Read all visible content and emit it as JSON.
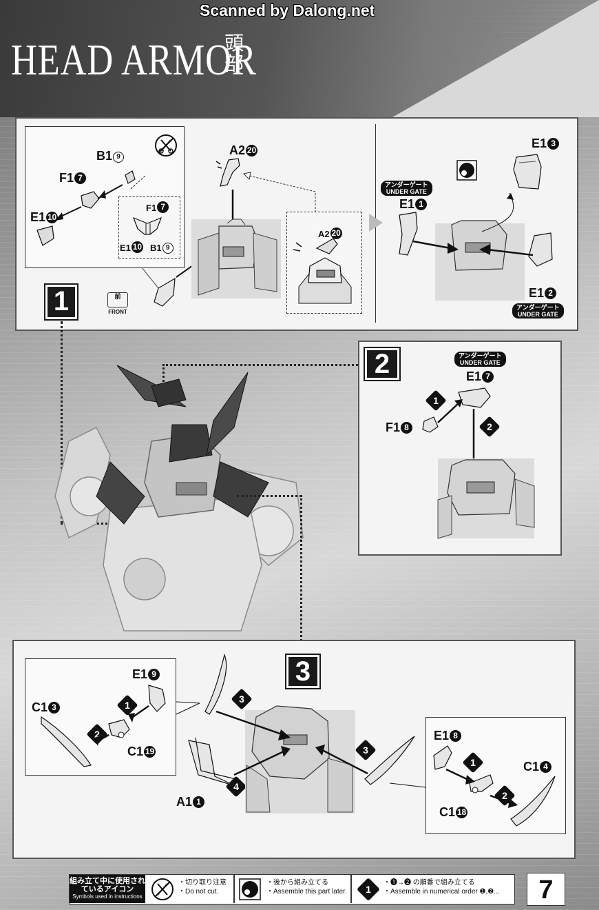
{
  "watermark": "Scanned by Dalong.net",
  "title": "HEAD ARMOR",
  "title_jp": "頭部",
  "step1": {
    "number": "1",
    "inset": {
      "b19": "B1",
      "b19_n": "9",
      "f17": "F1",
      "f17_n": "7",
      "e110": "E1",
      "e110_n": "10",
      "sub_f17": "F1",
      "sub_f17_n": "7",
      "sub_e110": "E1",
      "sub_e110_n": "10",
      "sub_b19": "B1",
      "sub_b19_n": "9"
    },
    "a220": "A2",
    "a220_n": "20",
    "a220_detail": "A2",
    "a220_detail_n": "20",
    "front_jp": "前",
    "front_en": "FRONT",
    "e13": "E1",
    "e13_n": "3",
    "e11": "E1",
    "e11_n": "1",
    "e11_gate_jp": "アンダーゲート",
    "e11_gate_en": "UNDER GATE",
    "e12": "E1",
    "e12_n": "2",
    "e12_gate_jp": "アンダーゲート",
    "e12_gate_en": "UNDER GATE"
  },
  "step2": {
    "number": "2",
    "gate_jp": "アンダーゲート",
    "gate_en": "UNDER GATE",
    "e17": "E1",
    "e17_n": "7",
    "f18": "F1",
    "f18_n": "8",
    "order1": "1",
    "order2": "2"
  },
  "step3": {
    "number": "3",
    "left_inset": {
      "e19": "E1",
      "e19_n": "9",
      "c13": "C1",
      "c13_n": "3",
      "c119": "C1",
      "c119_n": "19",
      "order1": "1",
      "order2": "2"
    },
    "a11": "A1",
    "a11_n": "1",
    "order3_left": "3",
    "order4": "4",
    "order3_right": "3",
    "right_inset": {
      "e18": "E1",
      "e18_n": "8",
      "c14": "C1",
      "c14_n": "4",
      "c118": "C1",
      "c118_n": "18",
      "order1": "1",
      "order2": "2"
    }
  },
  "footer": {
    "header_jp": "組み立て中に使用されているアイコン",
    "header_en": "Symbols used in instructions",
    "cut_jp": "・切り取り注意",
    "cut_en": "・Do not cut.",
    "later_jp": "・後から組み立てる",
    "later_en": "・Assemble this part later.",
    "order_badge": "1",
    "order_jp": "・❶→❷ の順番で組み立てる",
    "order_en": "・Assemble in numerical order ❶,❷..."
  },
  "page_number": "7"
}
